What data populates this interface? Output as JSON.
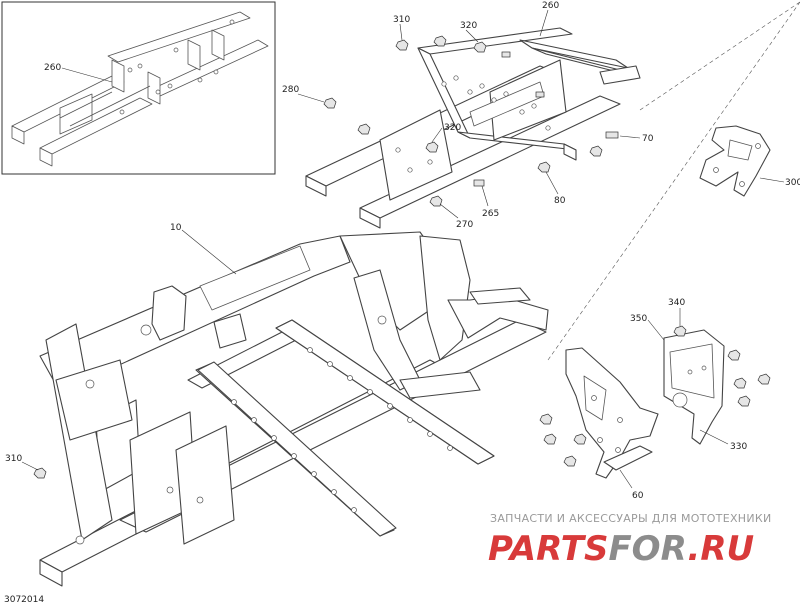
{
  "diagram_code": "3072014",
  "callouts": {
    "c10": "10",
    "c60": "60",
    "c70": "70",
    "c80": "80",
    "c260_inset": "260",
    "c260_main": "260",
    "c265": "265",
    "c270": "270",
    "c280": "280",
    "c300": "300",
    "c310_top": "310",
    "c310_left": "310",
    "c320_a": "320",
    "c320_b": "320",
    "c330": "330",
    "c340": "340",
    "c350": "350"
  },
  "watermark": {
    "tagline": "ЗАПЧАСТИ И АКСЕССУАРЫ ДЛЯ МОТОТЕХНИКИ",
    "brand_part1": "PARTS",
    "brand_part2": "FOR",
    "brand_part3": ".RU",
    "color_red": "#d83a3a",
    "color_gray": "#8c8c8c"
  }
}
